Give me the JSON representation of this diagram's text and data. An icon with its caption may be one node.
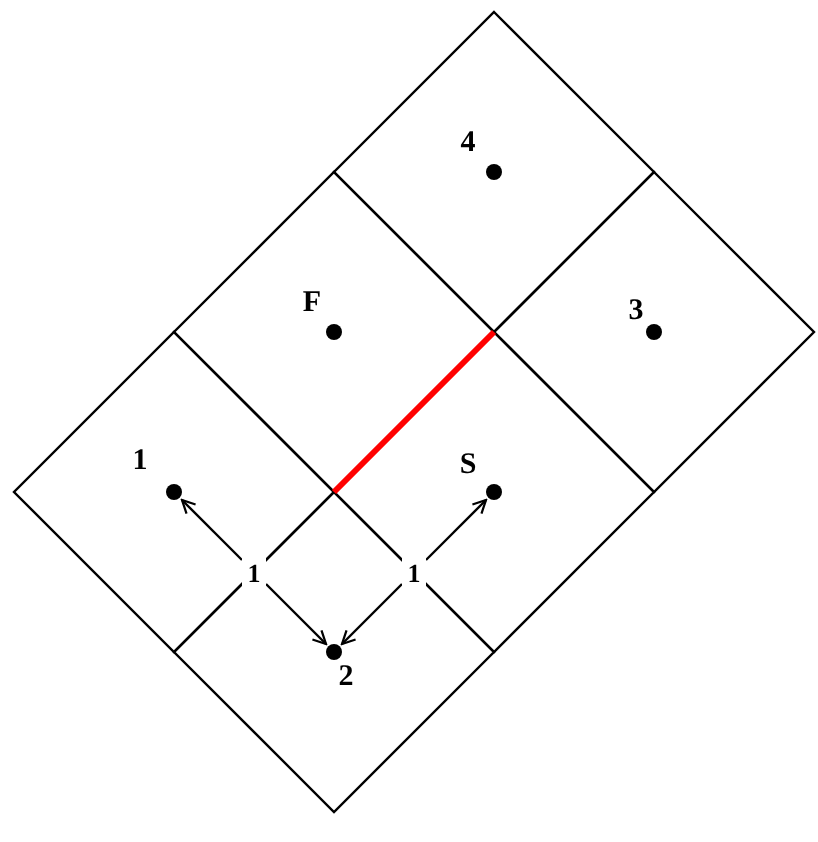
{
  "diagram": {
    "nodes": [
      {
        "text": [
          "4"
        ]
      },
      {
        "text": [],
        "shape": "circle",
        "in": 0
      },
      {
        "text": [
          "F"
        ]
      },
      {
        "text": [],
        "shape": "circle",
        "in": 2
      },
      {
        "text": [
          "3"
        ]
      },
      {
        "text": [],
        "shape": "circle",
        "in": 4
      },
      {
        "text": [
          "1"
        ]
      },
      {
        "text": [],
        "shape": "circle",
        "in": 6
      },
      {
        "text": [
          "S"
        ]
      },
      {
        "text": [],
        "shape": "circle",
        "in": 8
      },
      {
        "text": [
          "1"
        ]
      },
      {
        "text": [
          "1"
        ]
      },
      {
        "text": [
          "2"
        ]
      },
      {
        "text": [],
        "shape": "circle",
        "in": 12
      }
    ],
    "edges": [
      {
        "from": 10,
        "to": 7,
        "arrow": "to"
      },
      {
        "from": 10,
        "to": 13,
        "arrow": "to"
      },
      {
        "from": 11,
        "to": 9,
        "arrow": "to"
      },
      {
        "from": 11,
        "to": 13,
        "arrow": "to"
      }
    ]
  }
}
